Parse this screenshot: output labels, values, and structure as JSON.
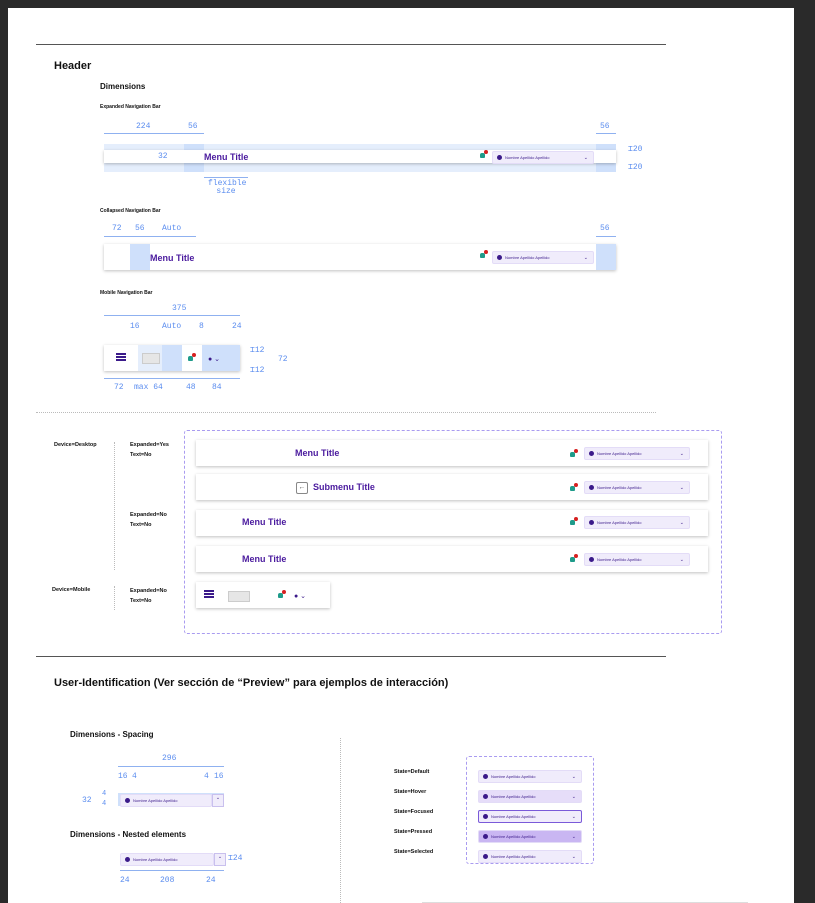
{
  "header": {
    "title": "Header",
    "dimensions_title": "Dimensions",
    "expanded_title": "Expanded Navigation Bar",
    "collapsed_title": "Collapsed Navigation Bar",
    "mobile_title": "Mobile Navigation Bar",
    "menu_title": "Menu Title",
    "submenu_title": "Submenu Title",
    "user_name": "Nombre Apellido Apellido",
    "measures": {
      "exp_224": "224",
      "exp_56a": "56",
      "exp_56b": "56",
      "exp_32": "32",
      "exp_20a": "20",
      "exp_20b": "20",
      "exp_flex": "flexible size",
      "col_72": "72",
      "col_56": "56",
      "col_auto": "Auto",
      "col_56b": "56",
      "mob_375": "375",
      "mob_16": "16",
      "mob_auto": "Auto",
      "mob_8": "8",
      "mob_24": "24",
      "mob_12a": "12",
      "mob_12b": "12",
      "mob_72r": "72",
      "mob_72": "72",
      "mob_max64": "max 64",
      "mob_48": "48",
      "mob_84": "84"
    },
    "variants": {
      "desktop_label": "Device=Desktop",
      "mobile_label": "Device=Mobile",
      "desk_props_a1": "Expanded=Yes",
      "desk_props_a2": "Text=No",
      "desk_props_b1": "Expanded=No",
      "desk_props_b2": "Text=No",
      "mob_props_1": "Expanded=No",
      "mob_props_2": "Text=No"
    }
  },
  "user_id": {
    "title": "User-Identification (Ver sección de “Preview” para ejemplos de interacción)",
    "spacing_title": "Dimensions - Spacing",
    "nested_title": "Dimensions - Nested elements",
    "measures": {
      "sp_296": "296",
      "sp_16a": "16",
      "sp_4a": "4",
      "sp_4b": "4",
      "sp_16b": "16",
      "sp_32": "32",
      "sp_4c": "4",
      "sp_4d": "4",
      "ne_24r": "24",
      "ne_24a": "24",
      "ne_208": "208",
      "ne_24b": "24"
    },
    "states": [
      {
        "label": "State=Default",
        "bg": "#f0ecfb"
      },
      {
        "label": "State=Hover",
        "bg": "#e6ddf9"
      },
      {
        "label": "State=Focused",
        "bg": "#f0ecfb"
      },
      {
        "label": "State=Pressed",
        "bg": "#c9b6f2"
      },
      {
        "label": "State=Selected",
        "bg": "#f0ecfb"
      }
    ]
  },
  "colors": {
    "accent": "#4a1a9e",
    "measure": "#5b8def",
    "bell": "#1e9b8a",
    "badge": "#d62020"
  }
}
